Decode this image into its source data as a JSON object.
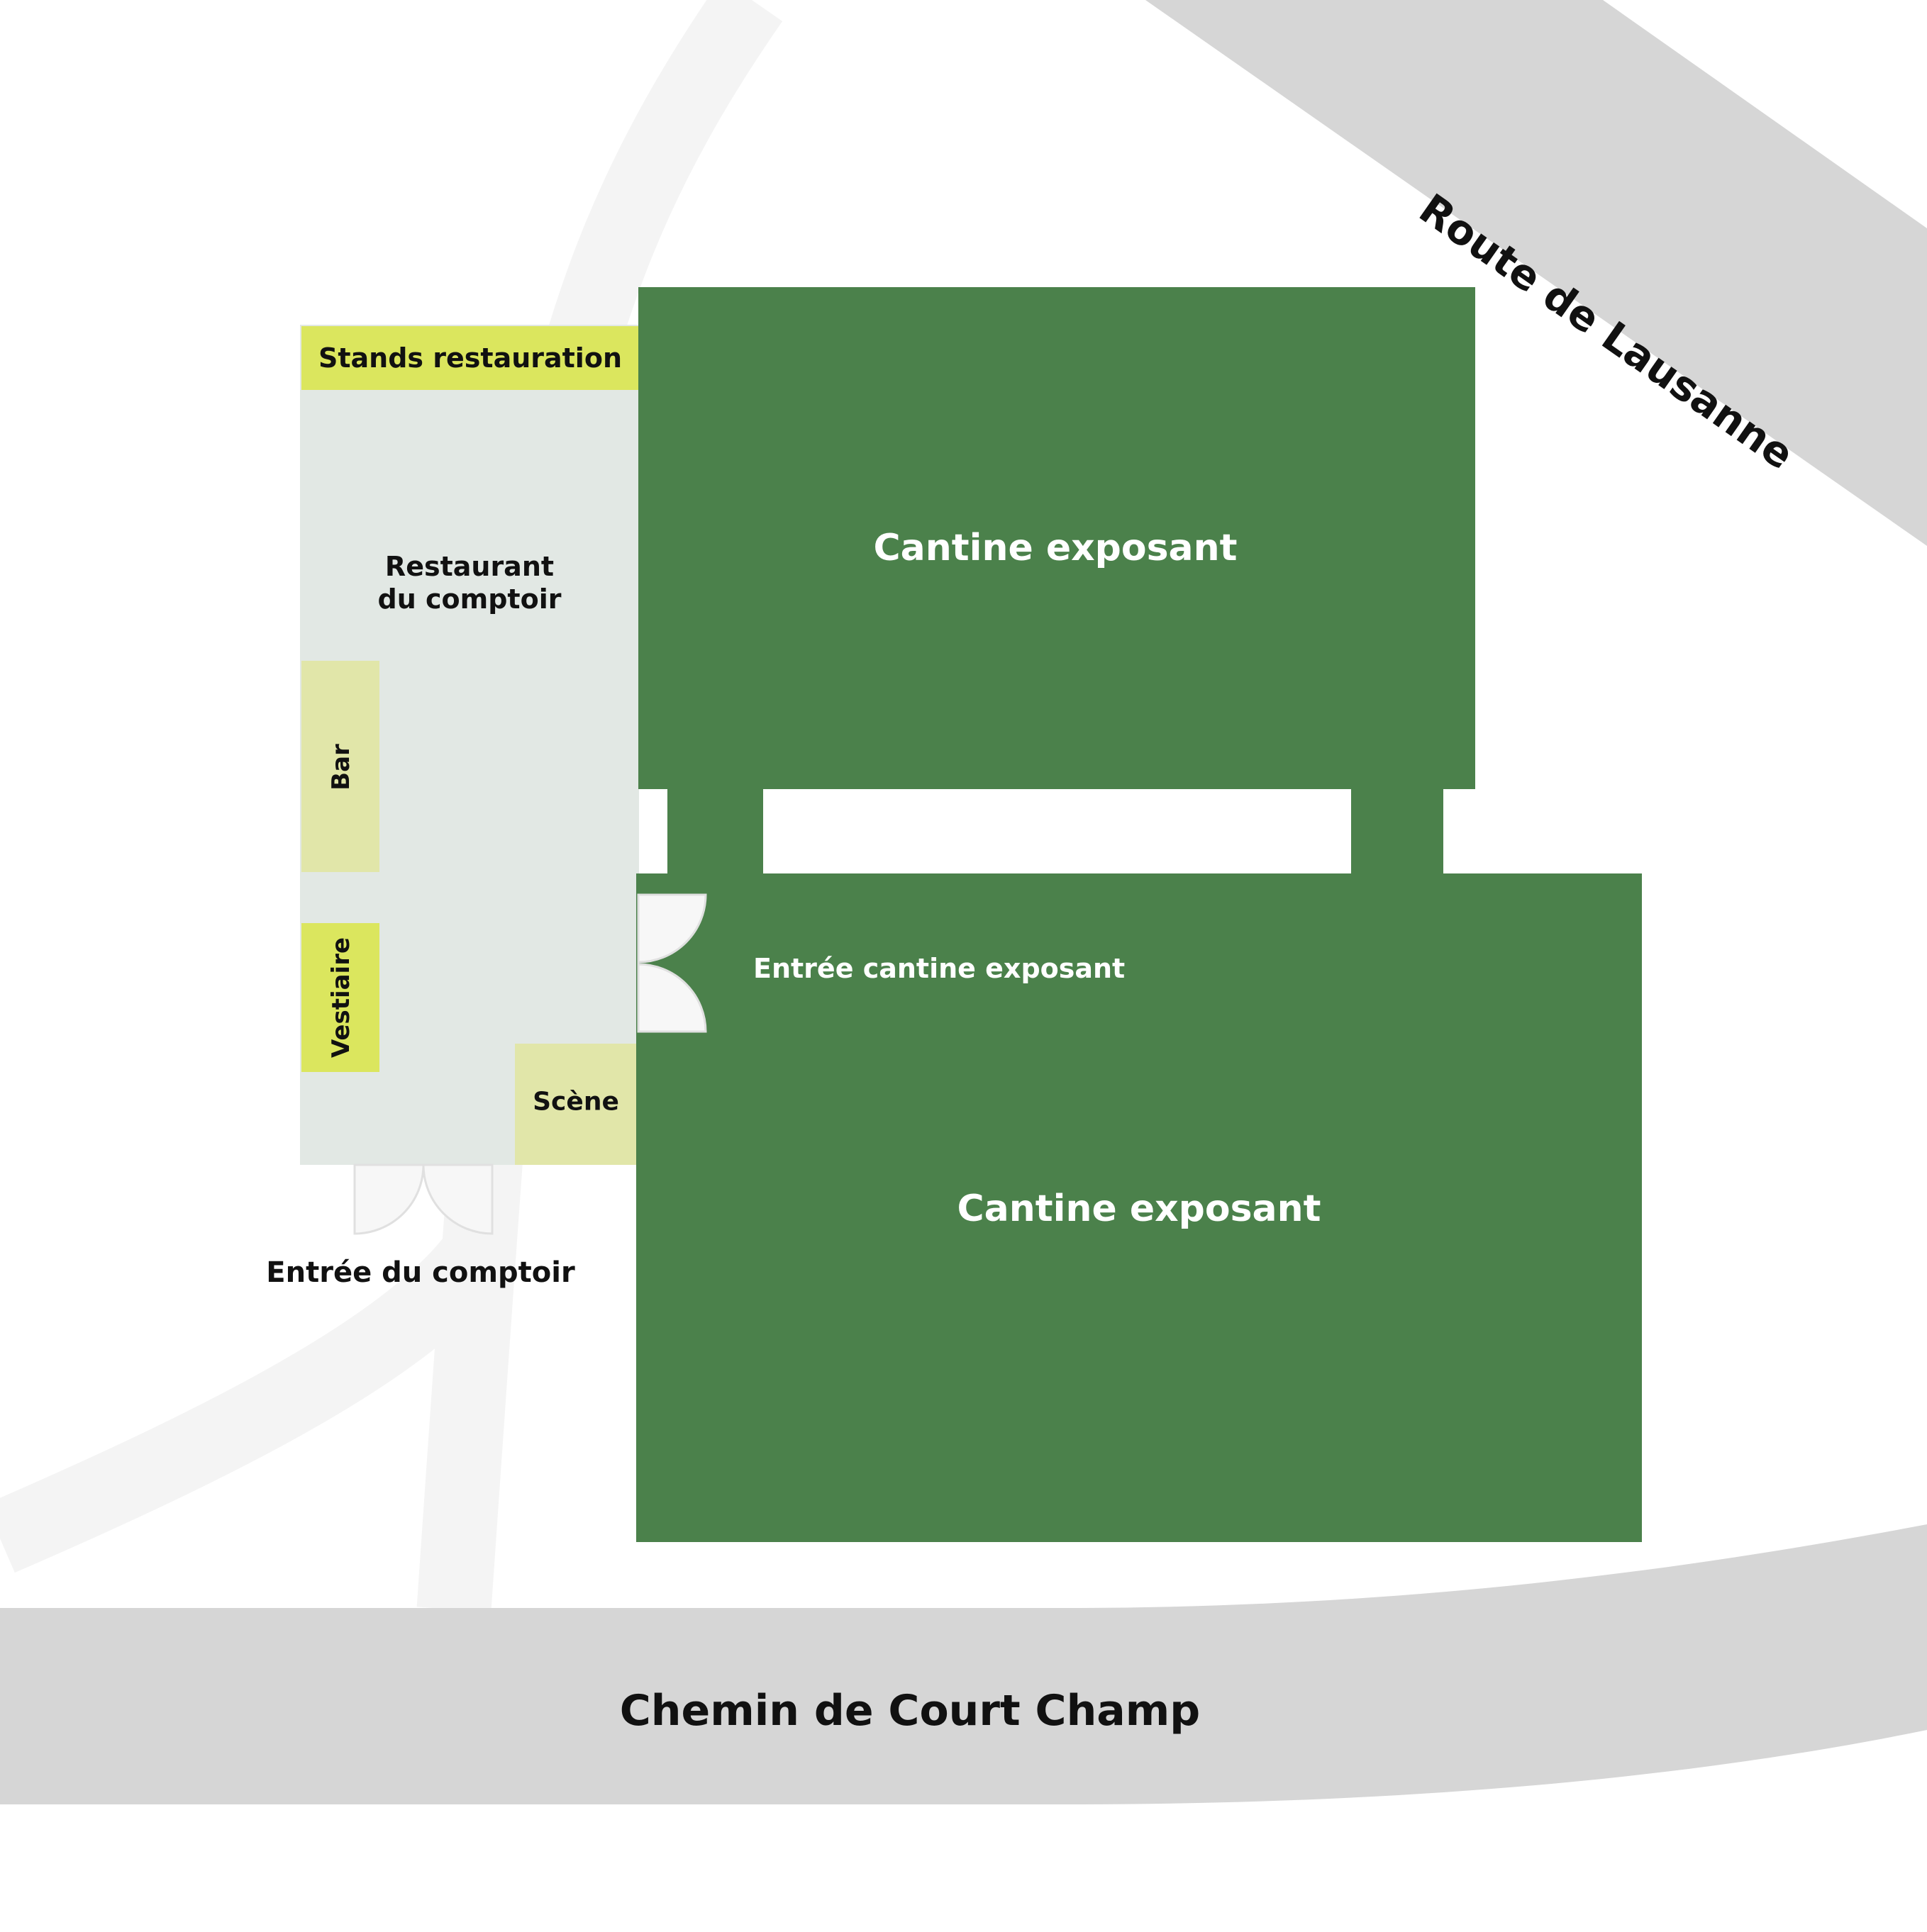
{
  "colors": {
    "background": "#ffffff",
    "road": "#d6d6d6",
    "path": "#f4f4f4",
    "cantine": "#4b814b",
    "comptoir": "#e2e8e4",
    "highlight_bright": "#dbe65e",
    "highlight_pale": "#e1e6a9",
    "door": "#f7f7f7",
    "text_dark": "#111111",
    "text_light": "#ffffff"
  },
  "roads": {
    "route_de_lausanne": "Route de Lausanne",
    "chemin_de_court_champ": "Chemin de Court Champ"
  },
  "zones": {
    "stands_restauration": "Stands restauration",
    "restaurant_line1": "Restaurant",
    "restaurant_line2": "du comptoir",
    "bar": "Bar",
    "vestiaire": "Vestiaire",
    "scene": "Scène",
    "cantine_north": "Cantine exposant",
    "cantine_south": "Cantine exposant"
  },
  "entrances": {
    "cantine": "Entrée cantine exposant",
    "comptoir": "Entrée du comptoir"
  }
}
